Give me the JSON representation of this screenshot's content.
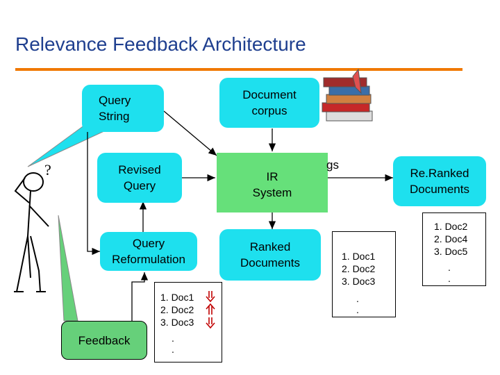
{
  "title": "Relevance Feedback Architecture",
  "nodes": {
    "query_string": "Query\nString",
    "document_corpus": "Document\ncorpus",
    "revised_query": "Revised\nQuery",
    "ir_system": "IR\nSystem",
    "rankings_fragment": "gs",
    "reranked_documents": "Re.Ranked\nDocuments",
    "query_reformulation": "Query\nReformulation",
    "ranked_documents": "Ranked\nDocuments",
    "feedback": "Feedback"
  },
  "lists": {
    "ranked": "1. Doc1\n2. Doc2\n3. Doc3",
    "reranked": "1. Doc2\n2. Doc4\n3. Doc5",
    "feedback": "1. Doc1\n2. Doc2\n3. Doc3",
    "dot": "."
  },
  "feedback_marks": [
    "down-arrow-icon",
    "up-arrow-icon",
    "down-arrow-icon"
  ],
  "colors": {
    "title": "#1f3f8f",
    "title_rule": "#f07800",
    "cyan_box": "#1ee0ee",
    "green_box": "#66e07a",
    "feedback_callout": "#66d07a"
  }
}
